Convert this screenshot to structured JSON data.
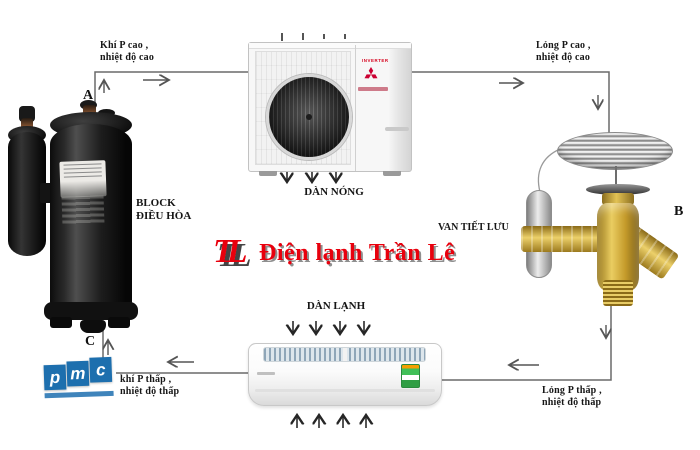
{
  "watermark": {
    "logo_text": "TL",
    "brand_text": "Điện lạnh Trần Lê",
    "color": "#e8000d"
  },
  "pmc": {
    "letters": [
      "p",
      "m",
      "c"
    ]
  },
  "points": {
    "a": "A",
    "b": "B",
    "c": "C"
  },
  "components": {
    "compressor": {
      "label_line1": "BLOCK",
      "label_line2": "ĐIỀU HÒA"
    },
    "condenser": {
      "label": "DÀN NÓNG",
      "badge": "INVERTER"
    },
    "evaporator": {
      "label": "DÀN LẠNH"
    },
    "expansion_valve": {
      "label": "VAN TIẾT LƯU"
    }
  },
  "flow_labels": {
    "top_left": {
      "line1": "Khí P cao ,",
      "line2": "nhiệt độ cao"
    },
    "top_right": {
      "line1": "Lỏng P cao ,",
      "line2": "nhiệt độ cao"
    },
    "bottom_left": {
      "line1": "khí P thấp ,",
      "line2": "nhiệt độ thấp"
    },
    "bottom_right": {
      "line1": "Lỏng P thấp ,",
      "line2": "nhiệt độ thấp"
    }
  },
  "colors": {
    "pipe": "#6a6a6a",
    "pmc_blue": "#1d6fae",
    "brand_red": "#e8000d",
    "brass": "#d9b64a",
    "mitsubishi_red": "#cc0033"
  }
}
